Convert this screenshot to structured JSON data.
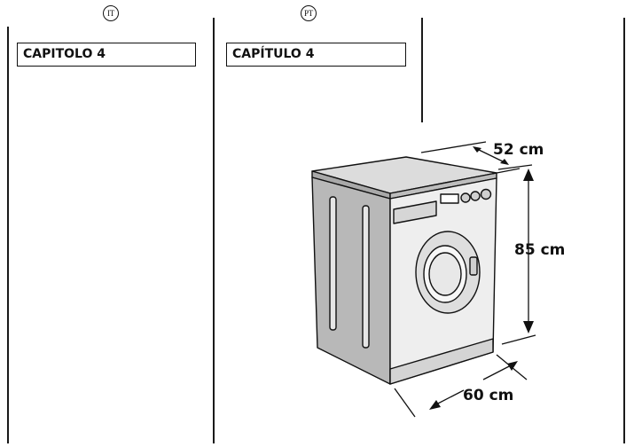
{
  "columns": {
    "italian": {
      "language_badge": "IT",
      "chapter_heading": "CAPITOLO 4"
    },
    "portuguese": {
      "language_badge": "PT",
      "chapter_heading": "CAPÍTULO 4"
    }
  },
  "illustration": {
    "subject": "washing-machine",
    "dimensions": {
      "depth": "52 cm",
      "height": "85 cm",
      "width": "60 cm"
    }
  }
}
